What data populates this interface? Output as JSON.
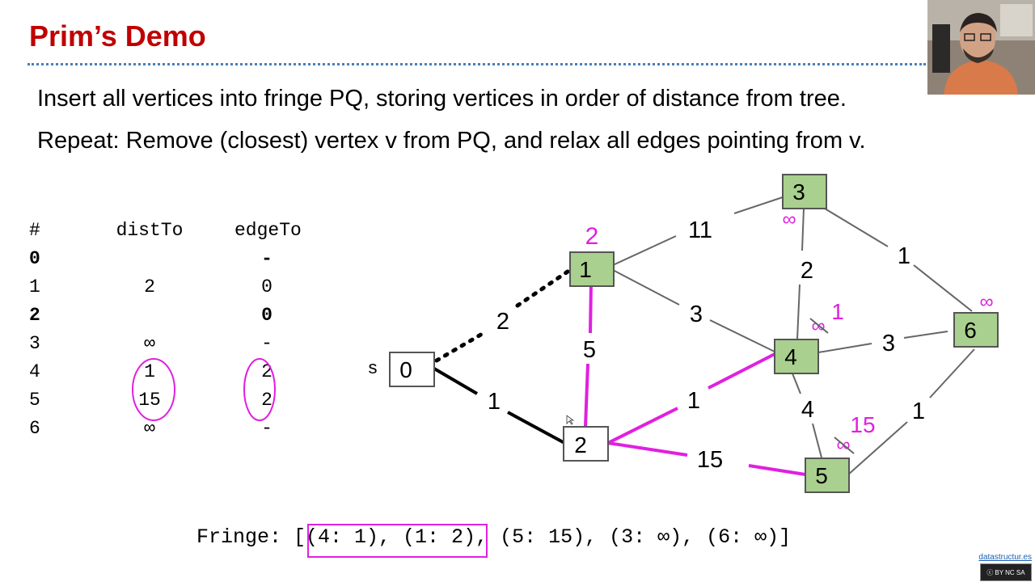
{
  "title": "Prim’s Demo",
  "line1": "Insert all vertices into fringe PQ, storing vertices in order of distance from tree.",
  "line2": "Repeat: Remove (closest) vertex v from PQ, and relax all edges pointing from v.",
  "table": {
    "headers": [
      "#",
      "distTo",
      "edgeTo"
    ],
    "rows": [
      {
        "v": "0",
        "dist": "",
        "edge": "-",
        "bold": true
      },
      {
        "v": "1",
        "dist": "2",
        "edge": "0",
        "bold": false
      },
      {
        "v": "2",
        "dist": "",
        "edge": "0",
        "bold": true
      },
      {
        "v": "3",
        "dist": "∞",
        "edge": "-",
        "bold": false
      },
      {
        "v": "4",
        "dist": "1",
        "edge": "2",
        "bold": false
      },
      {
        "v": "5",
        "dist": "15",
        "edge": "2",
        "bold": false
      },
      {
        "v": "6",
        "dist": "∞",
        "edge": "-",
        "bold": false
      }
    ]
  },
  "graph": {
    "source_label": "s",
    "nodes": [
      "0",
      "1",
      "2",
      "3",
      "4",
      "5",
      "6"
    ],
    "edge_weights": {
      "e01": "2",
      "e02": "1",
      "e12": "5",
      "e13": "11",
      "e14": "3",
      "e24": "1",
      "e25": "15",
      "e34": "2",
      "e36": "1",
      "e46": "3",
      "e45": "4",
      "e56": "1"
    },
    "dist_labels": {
      "n1": "2",
      "n3": "∞",
      "n4_old": "∞",
      "n4": "1",
      "n5_old": "∞",
      "n5": "15",
      "n6": "∞"
    }
  },
  "fringe": {
    "prefix": "Fringe: [",
    "items": "(4: 1), (1: 2), (5: 15), (3: ∞), (6: ∞)]"
  },
  "credit": "datastructur.es",
  "license": "BY NC SA",
  "colors": {
    "title": "#c00000",
    "highlight": "#e020e0",
    "node_fill": "#a9d08e",
    "edge": "#666666"
  }
}
